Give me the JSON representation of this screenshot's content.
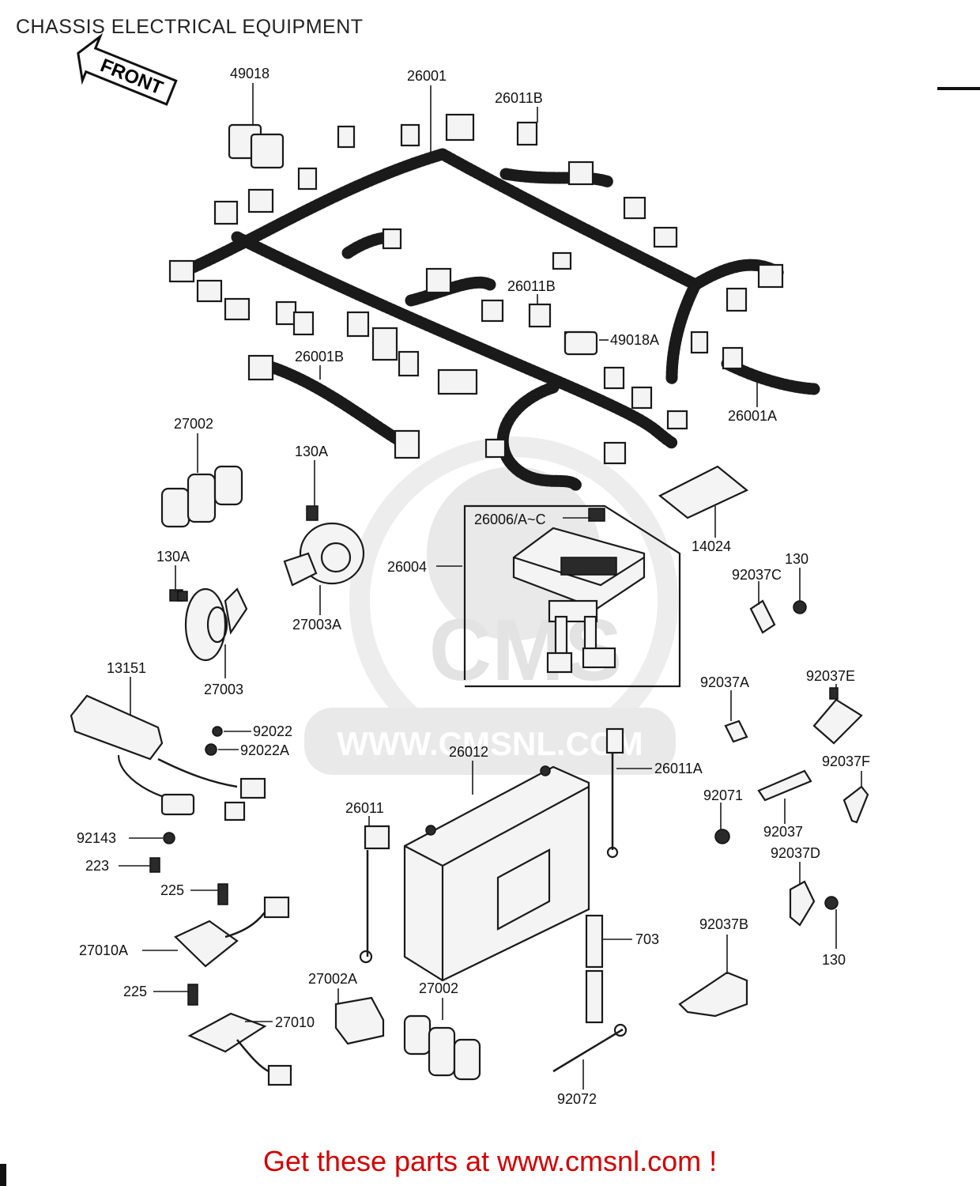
{
  "title": "CHASSIS ELECTRICAL EQUIPMENT",
  "front_label": "FRONT",
  "watermark": {
    "brand": "CMS",
    "url": "WWW.CMSNL.COM"
  },
  "callouts": {
    "c49018": "49018",
    "c26001": "26001",
    "c26011B_top": "26011B",
    "c26011B_mid": "26011B",
    "c49018A": "49018A",
    "c26001B": "26001B",
    "c26001A": "26001A",
    "c27002_top": "27002",
    "c130A_top": "130A",
    "c130A_left": "130A",
    "c26006": "26006/A~C",
    "c26004": "26004",
    "c14024": "14024",
    "c92037C": "92037C",
    "c130_top": "130",
    "c27003A": "27003A",
    "c27003": "27003",
    "c13151": "13151",
    "c92022": "92022",
    "c92022A": "92022A",
    "c92037A": "92037A",
    "c92037E": "92037E",
    "c26012": "26012",
    "c26011A": "26011A",
    "c92037F": "92037F",
    "c92071": "92071",
    "c92037": "92037",
    "c26011": "26011",
    "c92143": "92143",
    "c223": "223",
    "c225_top": "225",
    "c92037D": "92037D",
    "c27010A": "27010A",
    "c703": "703",
    "c92037B": "92037B",
    "c130_bottom": "130",
    "c225_bottom": "225",
    "c27002A": "27002A",
    "c27002_bottom": "27002",
    "c27010": "27010",
    "c92072": "92072"
  },
  "footer": {
    "text": "Get these parts at www.cmsnl.com !",
    "color": "#d40000"
  }
}
